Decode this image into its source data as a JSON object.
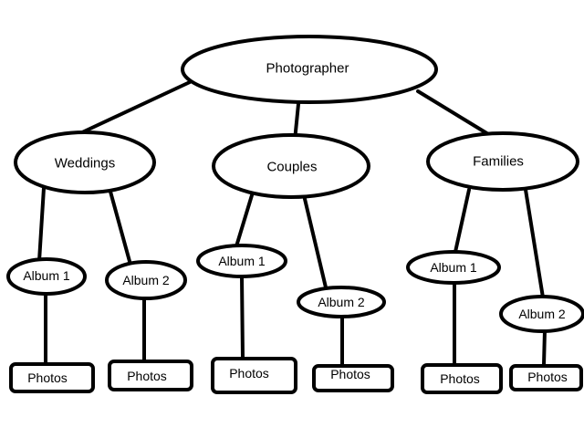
{
  "diagram": {
    "root": "Photographer",
    "categories": [
      {
        "label": "Weddings",
        "albums": [
          {
            "label": "Album 1",
            "leaf": "Photos"
          },
          {
            "label": "Album 2",
            "leaf": "Photos"
          }
        ]
      },
      {
        "label": "Couples",
        "albums": [
          {
            "label": "Album 1",
            "leaf": "Photos"
          },
          {
            "label": "Album 2",
            "leaf": "Photos"
          }
        ]
      },
      {
        "label": "Families",
        "albums": [
          {
            "label": "Album 1",
            "leaf": "Photos"
          },
          {
            "label": "Album 2",
            "leaf": "Photos"
          }
        ]
      }
    ]
  }
}
